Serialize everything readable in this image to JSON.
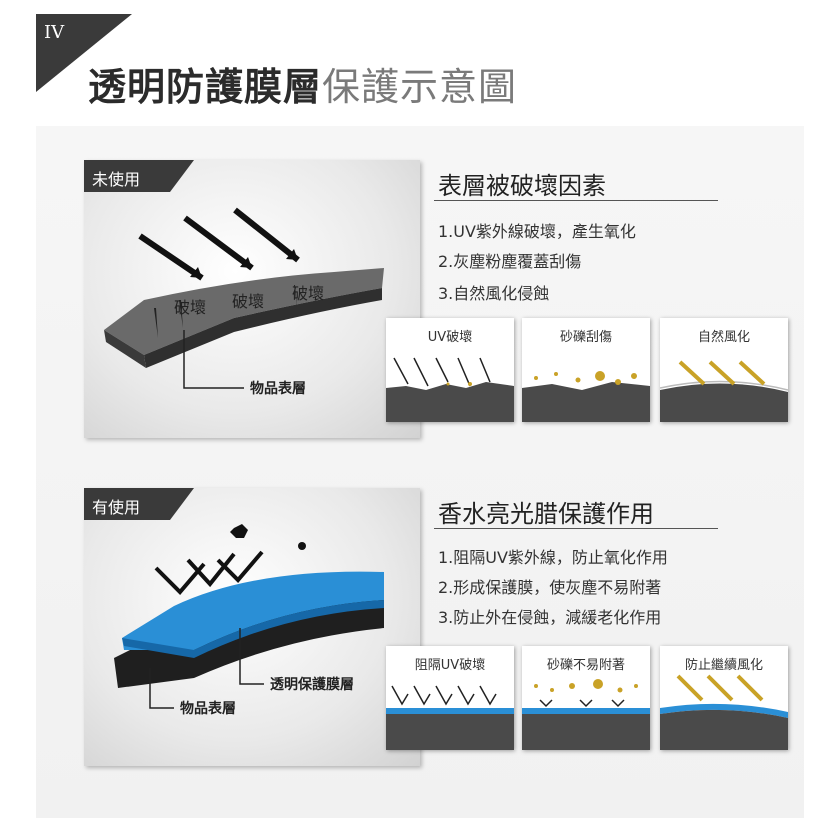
{
  "header": {
    "roman_numeral": "IV",
    "title_bold": "透明防護膜層",
    "title_light": "保護示意圖"
  },
  "section_unused": {
    "tag": "未使用",
    "heading": "表層被破壞因素",
    "items": [
      "1.UV紫外線破壞，產生氧化",
      "2.灰塵粉塵覆蓋刮傷",
      "3.自然風化侵蝕"
    ],
    "damage_labels": [
      "破壞",
      "破壞",
      "破壞"
    ],
    "callout": "物品表層",
    "panels": [
      "UV破壞",
      "砂礫刮傷",
      "自然風化"
    ]
  },
  "section_used": {
    "tag": "有使用",
    "heading": "香水亮光腊保護作用",
    "items": [
      "1.阻隔UV紫外線，防止氧化作用",
      "2.形成保護膜，使灰塵不易附著",
      "3.防止外在侵蝕，減緩老化作用"
    ],
    "callout_film": "透明保護膜層",
    "callout_surface": "物品表層",
    "panels": [
      "阻隔UV破壞",
      "砂礫不易附著",
      "防止繼續風化"
    ]
  },
  "colors": {
    "dark": "#3a3a3a",
    "surface_gray": "#6a6a6a",
    "film_blue": "#2a8fd6",
    "grit_gold": "#c9a227"
  }
}
